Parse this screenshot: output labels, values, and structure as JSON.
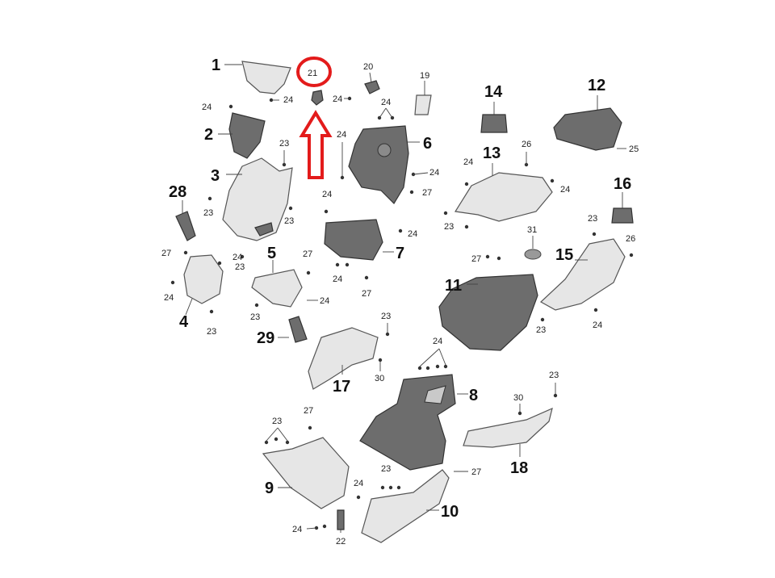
{
  "labels": {
    "l1": "1",
    "l2": "2",
    "l3": "3",
    "l4": "4",
    "l5": "5",
    "l6": "6",
    "l7": "7",
    "l8": "8",
    "l9": "9",
    "l10": "10",
    "l11": "11",
    "l12": "12",
    "l13": "13",
    "l14": "14",
    "l15": "15",
    "l16": "16",
    "l17": "17",
    "l18": "18",
    "l19": "19",
    "l20": "20",
    "l21": "21",
    "l22": "22",
    "l23": "23",
    "l24": "24",
    "l25": "25",
    "l26": "26",
    "l27": "27",
    "l28": "28",
    "l29": "29",
    "l30": "30",
    "l31": "31"
  },
  "highlight": {
    "part_number": "21",
    "color": "#e31b1b"
  }
}
